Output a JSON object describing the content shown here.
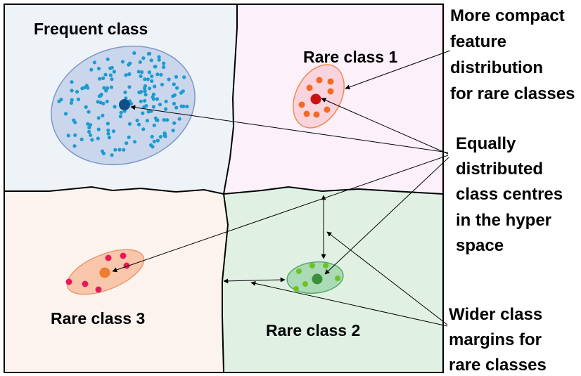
{
  "colors": {
    "frequent_region": "#eef3f8",
    "rare1_region": "#fcf0fb",
    "rare2_region": "#e0f1e4",
    "rare3_region": "#fdf3ee",
    "frequent_ellipse": "#c9d6ec",
    "frequent_dot": "#1c9bd0",
    "frequent_centre": "#0e4f8a",
    "rare1_ellipse": "#f9d3dd",
    "rare1_dot": "#f26a22",
    "rare1_centre": "#cc1010",
    "rare2_ellipse": "#aadbb6",
    "rare2_dot": "#6cc320",
    "rare2_centre": "#3c8d3c",
    "rare3_ellipse": "#f8c7ab",
    "rare3_dot": "#e8195a",
    "rare3_centre": "#ee7d2e",
    "boundary": "#000000",
    "arrow": "#000000"
  },
  "regions": {
    "frequent": {
      "label": "Frequent class"
    },
    "rare1": {
      "label": "Rare class 1"
    },
    "rare2": {
      "label": "Rare class 2"
    },
    "rare3": {
      "label": "Rare class 3"
    }
  },
  "annotations": {
    "compact": {
      "lines": [
        "More compact",
        "feature",
        "distribution",
        "for rare classes"
      ]
    },
    "centres": {
      "lines": [
        "Equally",
        "distributed",
        "class centres",
        "in the hyper",
        "space"
      ]
    },
    "margins": {
      "lines": [
        "Wider class",
        "margins for",
        "rare classes"
      ]
    }
  }
}
